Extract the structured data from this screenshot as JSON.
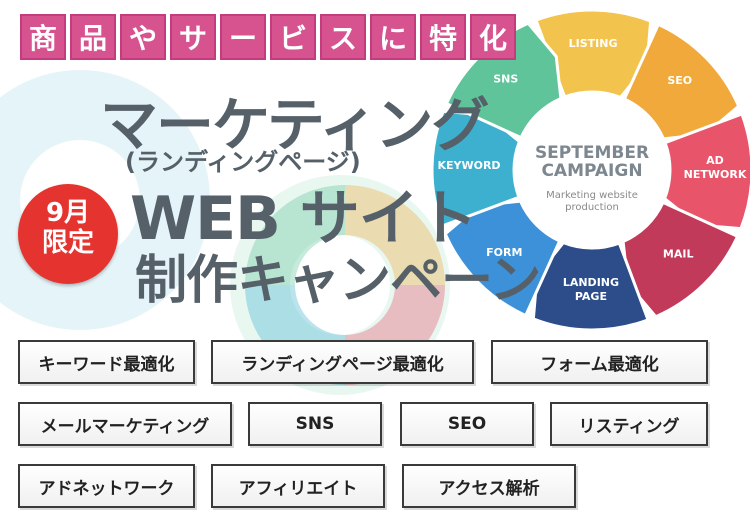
{
  "banner": {
    "header_chars": [
      "商",
      "品",
      "や",
      "サ",
      "ー",
      "ビ",
      "ス",
      "に",
      "特",
      "化"
    ],
    "title_line1": "マーケティング",
    "title_line2": "(ランディングページ)",
    "title_line3": "WEB サイト",
    "title_line4": "制作キャンペーン",
    "badge_line1": "9月",
    "badge_line2": "限定",
    "colors": {
      "header_pink": "#d6538f",
      "title_gray": "#556069",
      "badge_red": "#e5342f"
    }
  },
  "wheel": {
    "center_title": "SEPTEMBER CAMPAIGN",
    "center_title_1": "SEPTEMBER",
    "center_title_2": "CAMPAIGN",
    "center_sub_1": "Marketing website",
    "center_sub_2": "production",
    "segments": [
      {
        "label": "LISTING",
        "color": "#f2c44d"
      },
      {
        "label": "SEO",
        "color": "#f0a93a"
      },
      {
        "label": "AD NETWORK",
        "color": "#e8546a"
      },
      {
        "label": "MAIL",
        "color": "#c23a5a"
      },
      {
        "label": "LANDING PAGE",
        "color": "#2c4d8a"
      },
      {
        "label": "FORM",
        "color": "#3d91d9"
      },
      {
        "label": "KEYWORD",
        "color": "#3db0cf"
      },
      {
        "label": "SNS",
        "color": "#5fc49a"
      }
    ]
  },
  "services": [
    "キーワード最適化",
    "ランディングページ最適化",
    "フォーム最適化",
    "メールマーケティング",
    "SNS",
    "SEO",
    "リスティング",
    "アドネットワーク",
    "アフィリエイト",
    "アクセス解析"
  ]
}
